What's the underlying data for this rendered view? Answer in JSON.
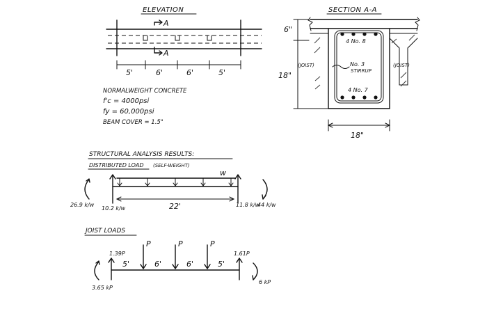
{
  "elevation": {
    "title": "ELEVATION",
    "section_marker": "A",
    "spans": [
      "5'",
      "6'",
      "6'",
      "5'"
    ]
  },
  "section": {
    "title": "SECTION A-A",
    "slab_depth": "6\"",
    "beam_depth": "18\"",
    "beam_width": "18\"",
    "top_bars": "4 No. 8",
    "bottom_bars": "4 No. 7",
    "stirrup": "No. 3",
    "stirrup_note": "STIRRUP",
    "joist_left": "(JOIST)",
    "joist_right": "(JOIST)"
  },
  "material_notes": {
    "line1": "NORMALWEIGHT CONCRETE",
    "line2": "f'c = 4000psi",
    "line3": "fy = 60,000psi",
    "line4": "BEAM COVER = 1.5\""
  },
  "analysis": {
    "title": "STRUCTURAL ANALYSIS RESULTS:",
    "subtitle": "DISTRIBUTED LOAD",
    "subtitle_note": "(SELF-WEIGHT)",
    "load_symbol": "w",
    "span": "22'",
    "left_moment": "26.9 k/w",
    "left_reaction": "10.2 k/w",
    "right_reaction": "11.8 k/w",
    "right_moment": "44 k/w"
  },
  "joist_loads": {
    "title": "JOIST LOADS",
    "load_label": "P",
    "left_reaction": "1.39P",
    "right_reaction": "1.61P",
    "spans": [
      "5'",
      "6'",
      "6'",
      "5'"
    ],
    "left_moment": "3.65 kP",
    "right_moment": "6 kP"
  }
}
